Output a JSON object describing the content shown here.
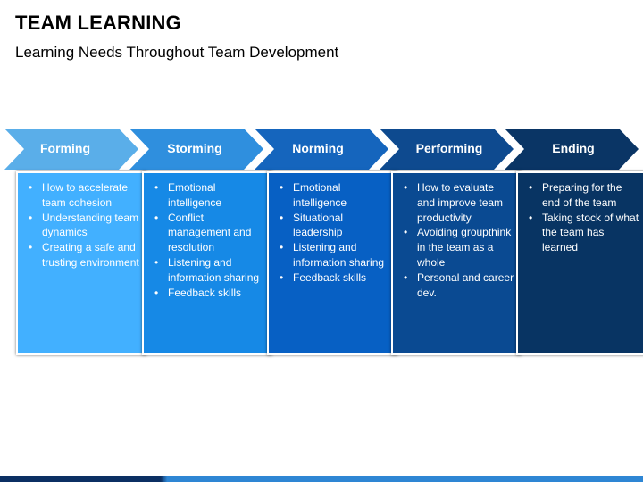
{
  "header": {
    "title": "TEAM LEARNING",
    "subtitle": "Learning Needs Throughout Team Development"
  },
  "stages": [
    {
      "label": "Forming",
      "color": "#5aaee9",
      "card_color": "#42b0ff",
      "items": [
        "How to accelerate team cohesion",
        "Understanding team dynamics",
        "Creating a safe and trusting environment"
      ]
    },
    {
      "label": "Storming",
      "color": "#2f8fde",
      "card_color": "#1689e6",
      "items": [
        "Emotional intelligence",
        "Conflict management and resolution",
        "Listening and information sharing",
        "Feedback skills"
      ]
    },
    {
      "label": "Norming",
      "color": "#1565bd",
      "card_color": "#0760c4",
      "items": [
        "Emotional intelligence",
        "Situational leadership",
        "Listening and information sharing",
        "Feedback skills"
      ]
    },
    {
      "label": "Performing",
      "color": "#0e4a8f",
      "card_color": "#0a4a92",
      "items": [
        "How to evaluate and improve team productivity",
        "Avoiding groupthink in the team as a whole",
        "Personal and career dev."
      ]
    },
    {
      "label": "Ending",
      "color": "#0a3565",
      "card_color": "#083463",
      "items": [
        "Preparing for the end of the team",
        "Taking stock of what the team has learned"
      ]
    }
  ],
  "colors": {
    "bottom_dark": "#0b2f63",
    "bottom_light": "#2e86d4"
  }
}
